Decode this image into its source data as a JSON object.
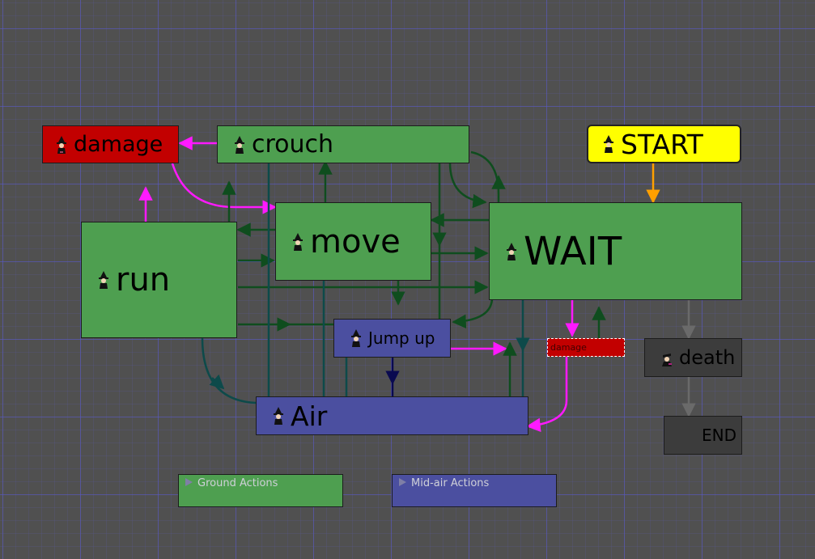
{
  "nodes": {
    "damage_top": "damage",
    "crouch": "crouch",
    "start": "START",
    "move": "move",
    "wait": "WAIT",
    "run": "run",
    "jump_up": "Jump up",
    "damage_small": "damage",
    "death": "death",
    "air": "Air",
    "end": "END"
  },
  "legend": {
    "ground": "Ground Actions",
    "midair": "Mid-air Actions"
  },
  "colors": {
    "ground_action": "#4e9f50",
    "midair_action": "#4b4fa0",
    "damage": "#c20000",
    "start": "#ffff00",
    "terminal": "#3c3c3c",
    "ground_transition": "#0f4d1e",
    "air_transition": "#0d4a4a",
    "damage_transition": "#ff19ff",
    "start_transition": "#ffa000",
    "terminal_transition": "#6a6a6a"
  },
  "icons": [
    "witch-character-icon",
    "arrowhead-icon"
  ]
}
